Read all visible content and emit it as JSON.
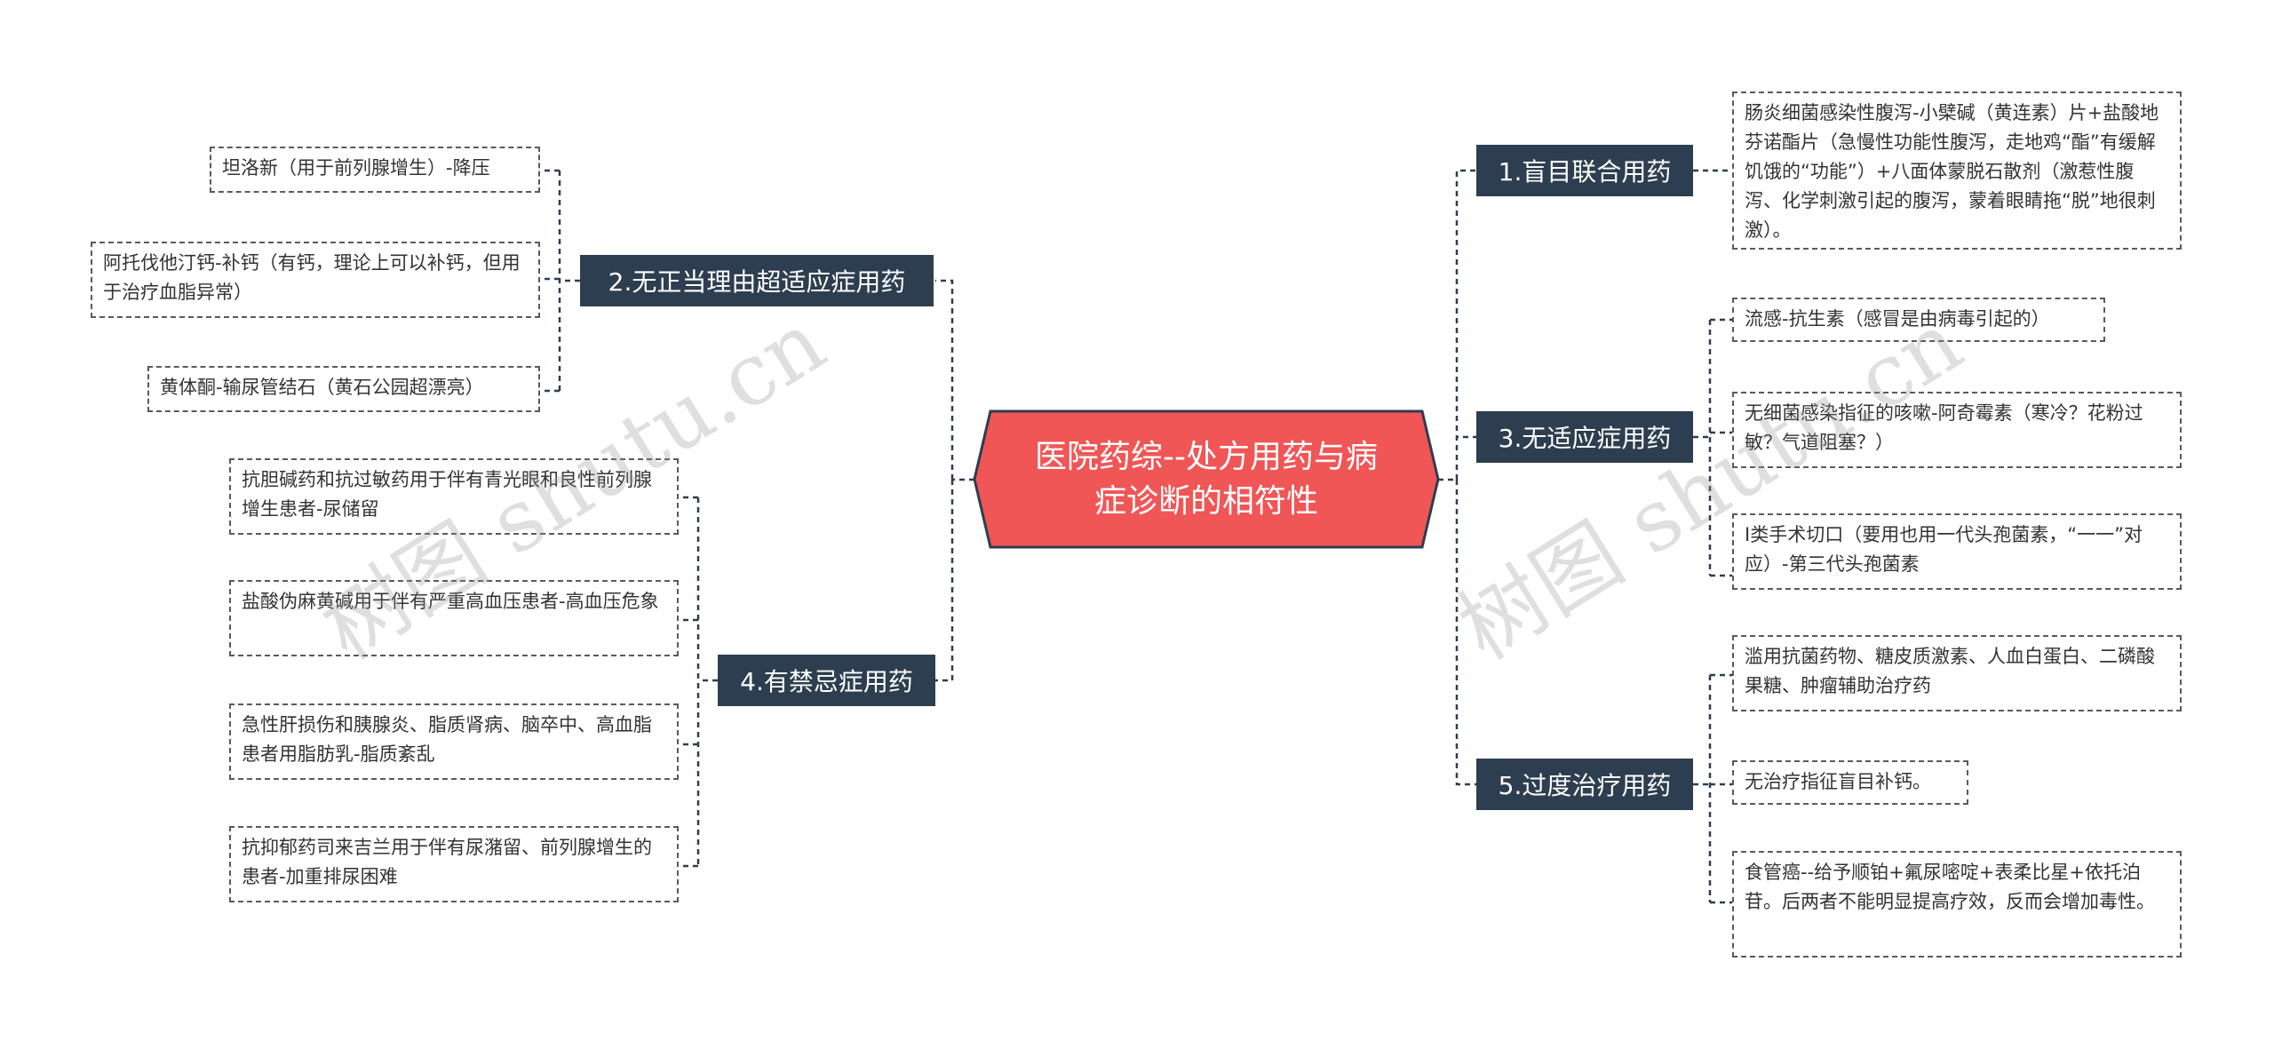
{
  "root": {
    "text": "医院药综--处方用药与病症诊断的相符性",
    "line1": "医院药综--处方用药与病",
    "line2": "症诊断的相符性"
  },
  "branches": {
    "b1": {
      "label": "1.盲目联合用药",
      "leaves": [
        "肠炎细菌感染性腹泻-小檗碱（黄连素）片+盐酸地芬诺酯片（急慢性功能性腹泻，走地鸡“酯”有缓解饥饿的“功能”）+八面体蒙脱石散剂（激惹性腹泻、化学刺激引起的腹泻，蒙着眼睛拖“脱”地很刺激）。"
      ]
    },
    "b2": {
      "label": "2.无正当理由超适应症用药",
      "leaves": [
        "坦洛新（用于前列腺增生）-降压",
        "阿托伐他汀钙-补钙（有钙，理论上可以补钙，但用于治疗血脂异常）",
        "黄体酮-输尿管结石（黄石公园超漂亮）"
      ]
    },
    "b3": {
      "label": "3.无适应症用药",
      "leaves": [
        "流感-抗生素（感冒是由病毒引起的）",
        "无细菌感染指征的咳嗽-阿奇霉素（寒冷？花粉过敏？气道阻塞？）",
        "Ⅰ类手术切口（要用也用一代头孢菌素，“一一”对应）-第三代头孢菌素"
      ]
    },
    "b4": {
      "label": "4.有禁忌症用药",
      "leaves": [
        "抗胆碱药和抗过敏药用于伴有青光眼和良性前列腺增生患者-尿储留",
        "盐酸伪麻黄碱用于伴有严重高血压患者-高血压危象",
        "急性肝损伤和胰腺炎、脂质肾病、脑卒中、高血脂患者用脂肪乳-脂质紊乱",
        "抗抑郁药司来吉兰用于伴有尿潴留、前列腺增生的患者-加重排尿困难"
      ]
    },
    "b5": {
      "label": "5.过度治疗用药",
      "leaves": [
        "滥用抗菌药物、糖皮质激素、人血白蛋白、二磷酸果糖、肿瘤辅助治疗药",
        "无治疗指征盲目补钙。",
        "食管癌--给予顺铂+氟尿嘧啶+表柔比星+依托泊苷。后两者不能明显提高疗效，反而会增加毒性。"
      ]
    }
  },
  "watermark": "树图 shutu.cn",
  "colors": {
    "root_fill": "#f05656",
    "branch_fill": "#2d3e50",
    "connector": "#2d3e50",
    "leaf_border": "#5a5a5a"
  }
}
